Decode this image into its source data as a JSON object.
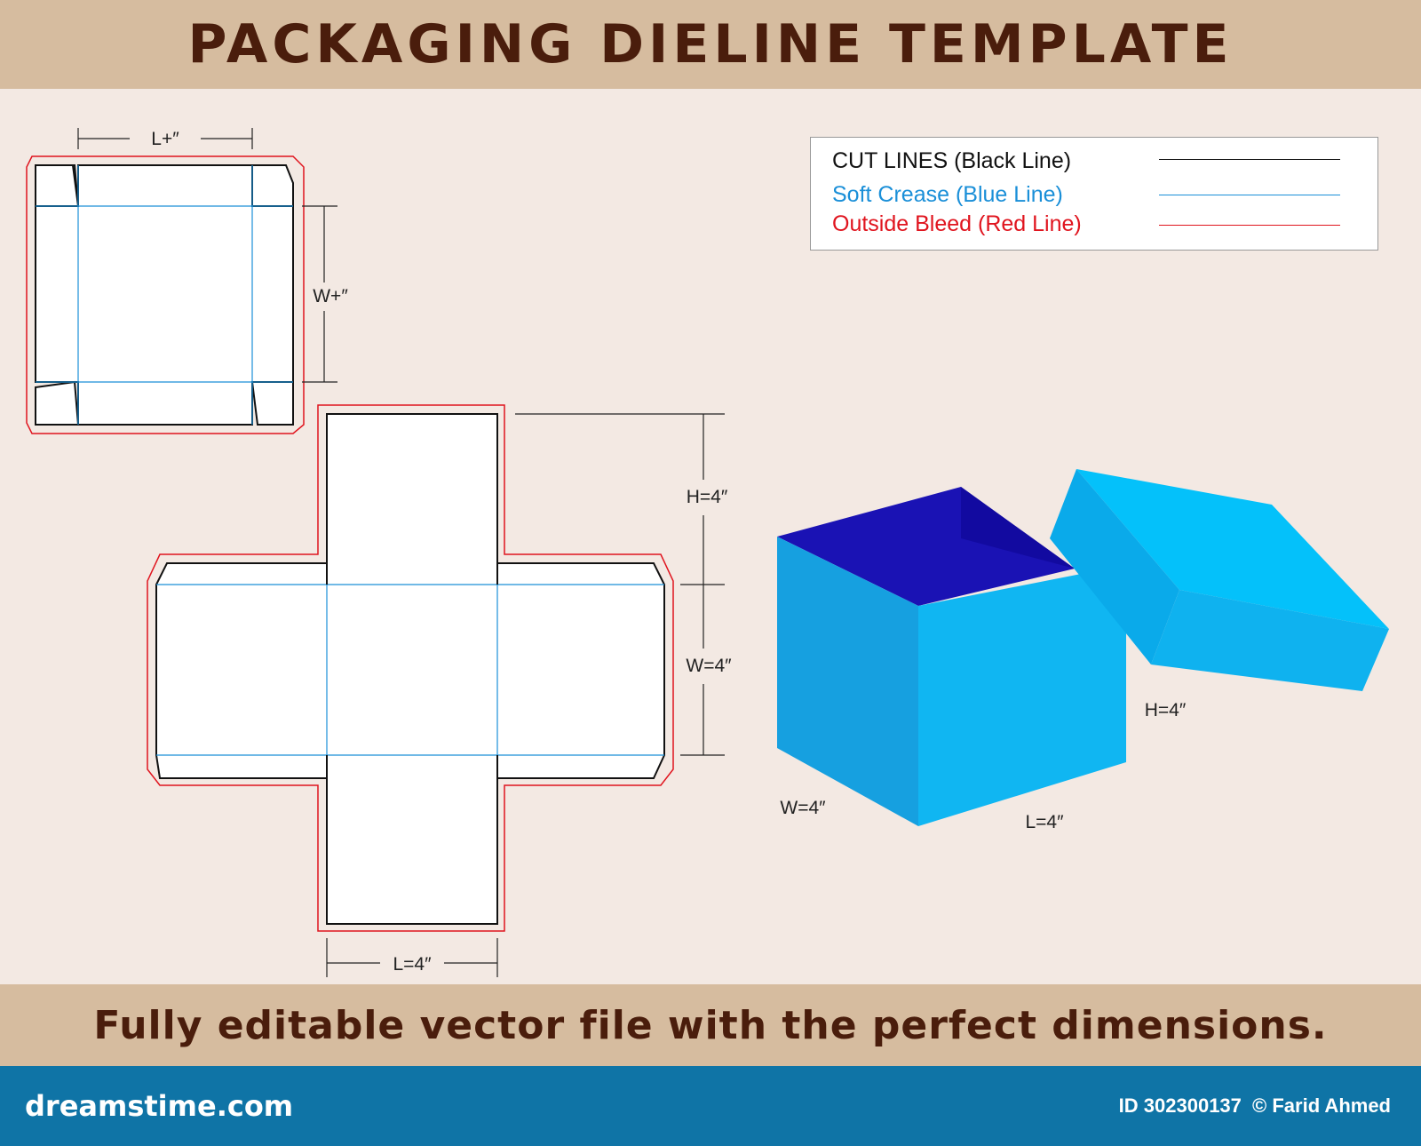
{
  "header": {
    "title": "PACKAGING DIELINE TEMPLATE"
  },
  "legend": {
    "items": [
      {
        "label": "CUT LINES (Black Line)",
        "color": "#111111"
      },
      {
        "label": "Soft Crease (Blue Line)",
        "color": "#1a8fd8"
      },
      {
        "label": "Outside Bleed (Red Line)",
        "color": "#e0141e"
      }
    ]
  },
  "lid_dieline": {
    "length_label": "L+″",
    "width_label": "W+″"
  },
  "base_dieline": {
    "height_label": "H=4″",
    "width_label": "W=4″",
    "length_label": "L=4″"
  },
  "box_render": {
    "height_label": "H=4″",
    "width_label": "W=4″",
    "length_label": "L=4″"
  },
  "footer": {
    "tagline": "Fully editable vector file with the perfect dimensions."
  },
  "bottom_bar": {
    "brand": "dreamstime.com",
    "image_id": "ID 302300137",
    "author": "© Farid Ahmed"
  },
  "colors": {
    "cut": "#111111",
    "crease": "#1a8fd8",
    "bleed": "#e0141e",
    "band": "#d6bc9f",
    "title_text": "#4a1d0c",
    "bar": "#0f74a6"
  }
}
